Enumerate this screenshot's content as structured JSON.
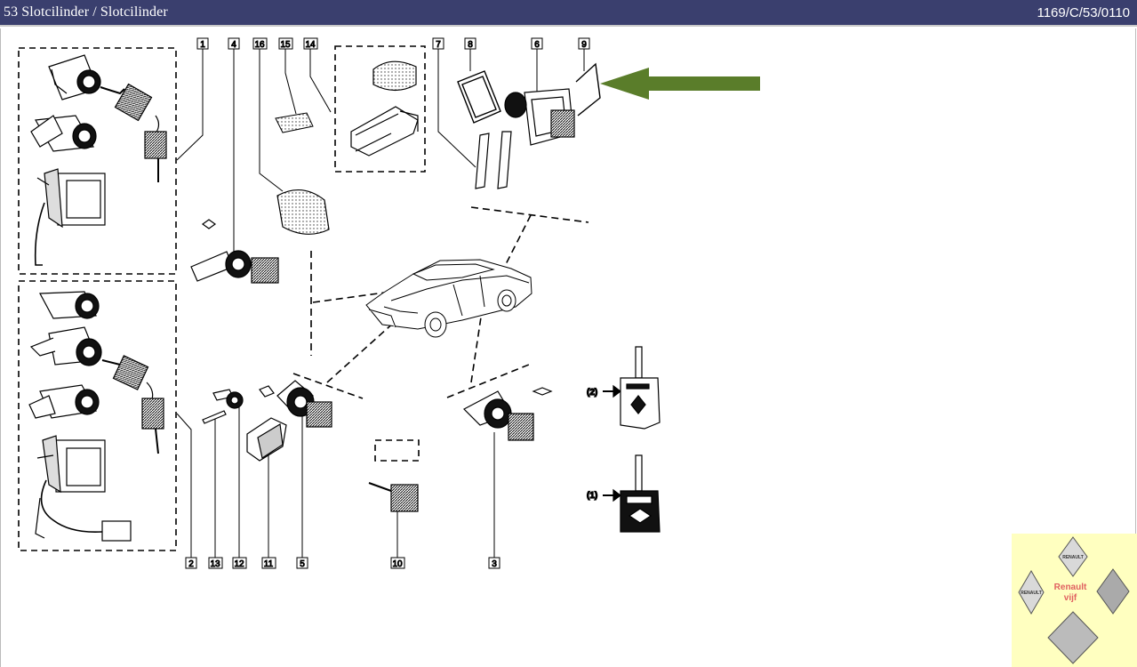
{
  "header": {
    "title": "53 Slotcilinder / Slotcilinder",
    "code": "1169/C/53/0110"
  },
  "callouts": {
    "c1": "1",
    "c2": "2",
    "c3": "3",
    "c4": "4",
    "c5": "5",
    "c6": "6",
    "c7": "7",
    "c8": "8",
    "c9": "9",
    "c10": "10",
    "c11": "11",
    "c12": "12",
    "c13": "13",
    "c14": "14",
    "c15": "15",
    "c16": "16"
  },
  "key_labels": {
    "k2": "(2)",
    "k1": "(1)"
  },
  "logo": {
    "line1": "Renault",
    "line2": "vijf",
    "badge_text": "RENAULT"
  },
  "colors": {
    "titlebar": "#3a3f6e",
    "arrow": "#5a7d2a",
    "logo_bg": "#ffffc0"
  }
}
